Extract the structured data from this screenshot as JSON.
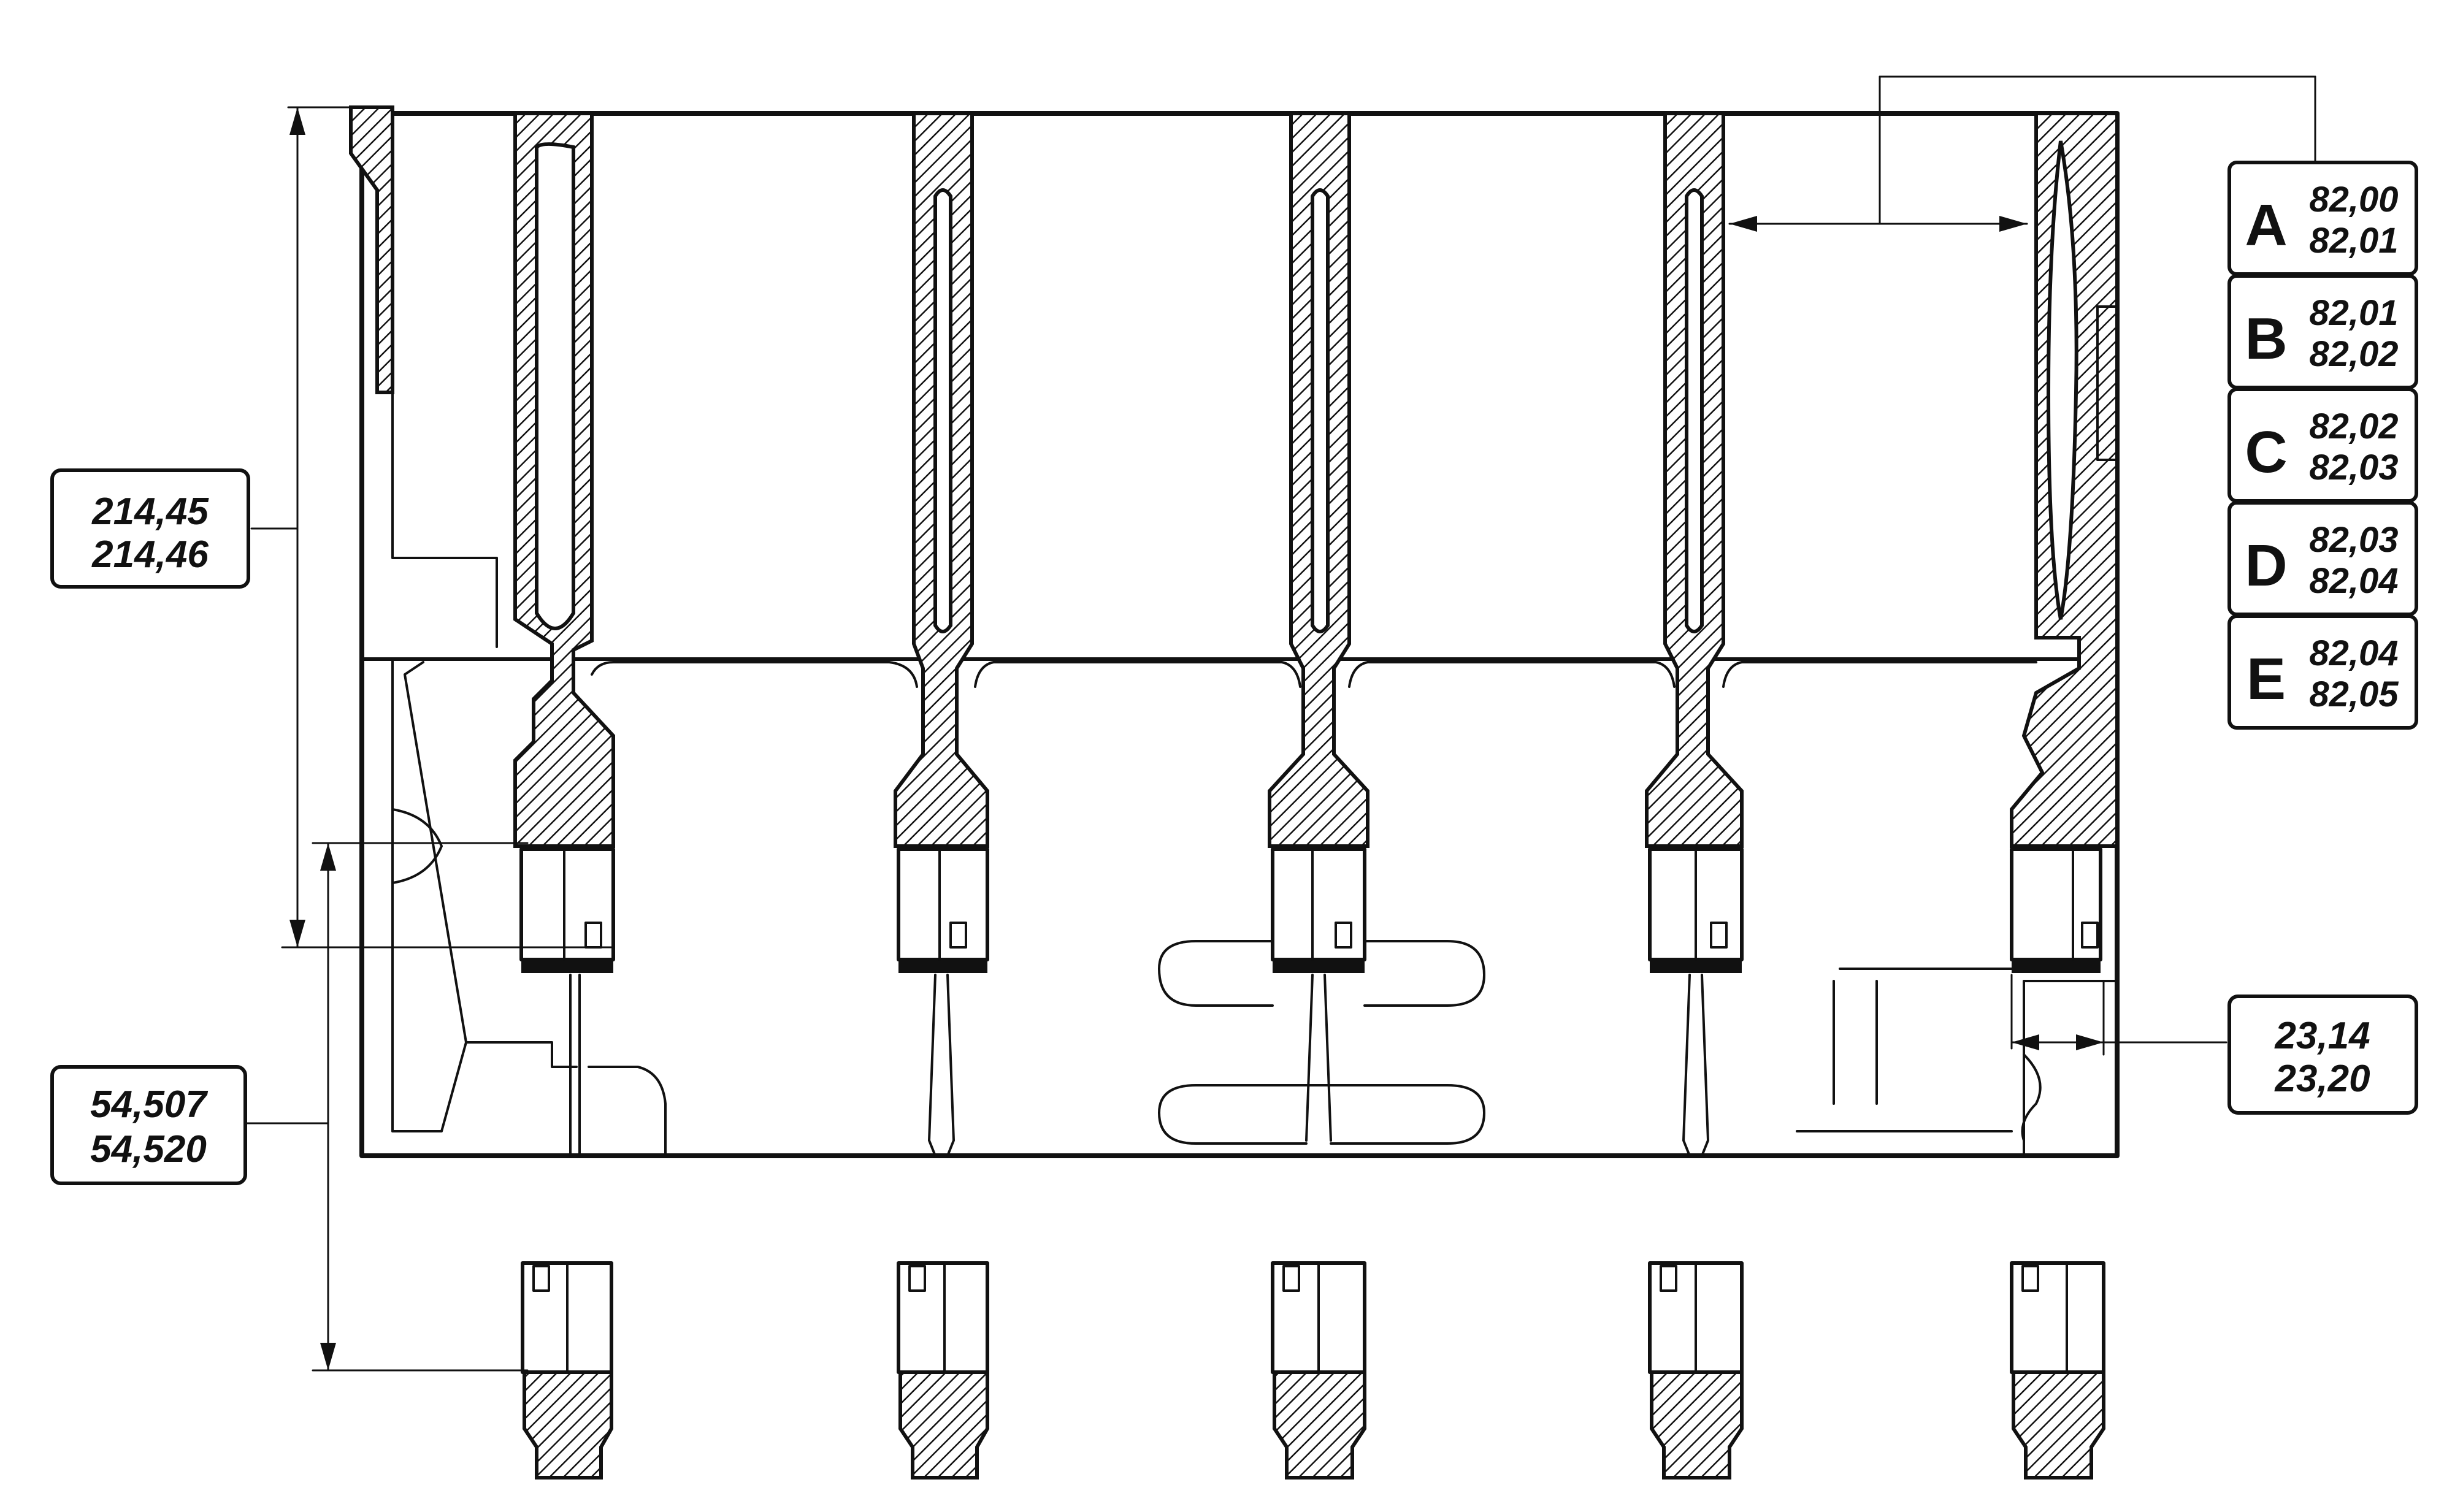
{
  "dimensions": {
    "cylinder_height": [
      "214,45",
      "214,46"
    ],
    "main_bearing_bore": [
      "54,507",
      "54,520"
    ],
    "thrust_width": [
      "23,14",
      "23,20"
    ]
  },
  "bore_grades": [
    {
      "letter": "A",
      "min": "82,00",
      "max": "82,01"
    },
    {
      "letter": "B",
      "min": "82,01",
      "max": "82,02"
    },
    {
      "letter": "C",
      "min": "82,02",
      "max": "82,03"
    },
    {
      "letter": "D",
      "min": "82,03",
      "max": "82,04"
    },
    {
      "letter": "E",
      "min": "82,04",
      "max": "82,05"
    }
  ]
}
